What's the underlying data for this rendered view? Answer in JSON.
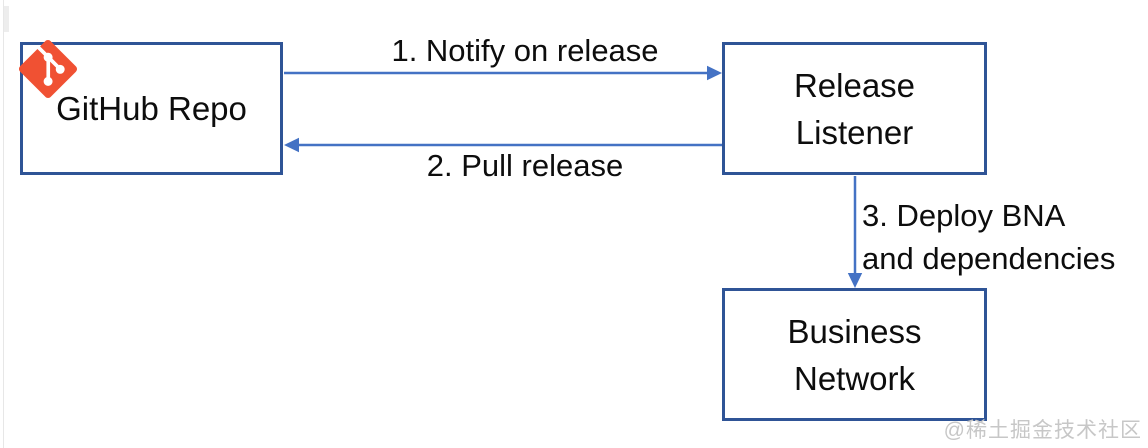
{
  "nodes": {
    "github_repo": {
      "label": "GitHub Repo"
    },
    "release_listener": {
      "line1": "Release",
      "line2": "Listener"
    },
    "business_network": {
      "line1": "Business",
      "line2": "Network"
    }
  },
  "edges": {
    "notify": {
      "label": "1. Notify on release"
    },
    "pull": {
      "label": "2. Pull release"
    },
    "deploy": {
      "line1": "3. Deploy BNA",
      "line2": "and dependencies"
    }
  },
  "icons": {
    "git": {
      "name": "git-icon",
      "color": "#f05133"
    }
  },
  "colors": {
    "box_border": "#2f5496",
    "arrow": "#4472c4",
    "text": "#0d0d0d",
    "watermark": "#c7c7c7"
  },
  "watermark": "@稀土掘金技术社区"
}
